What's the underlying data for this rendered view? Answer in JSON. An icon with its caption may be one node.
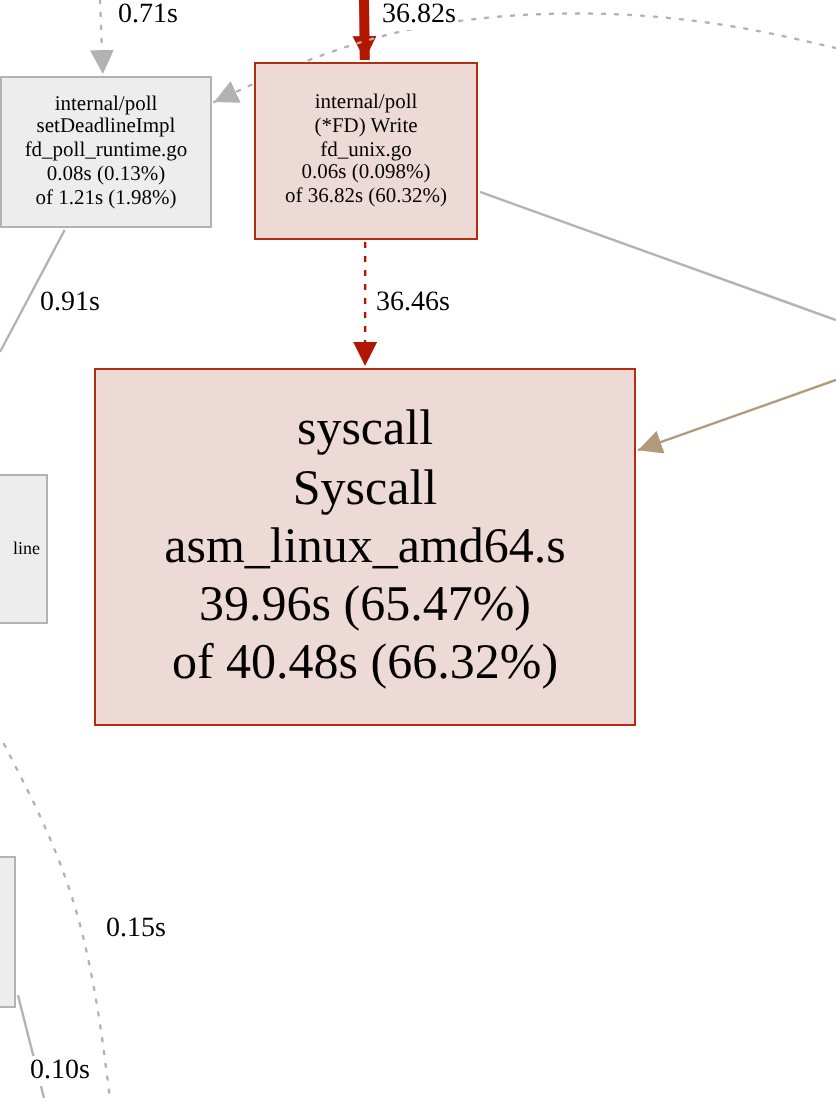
{
  "diagram": {
    "nodes": [
      {
        "text": [
          "internal/poll setDeadlineImpl",
          "fd_poll_runtime.go",
          "0.08s (0.13%)",
          "of 1.21s (1.98%)"
        ]
      },
      {
        "text": [
          "internal/poll (*FD) Write",
          "fd_unix.go",
          "0.06s (0.098%)",
          "of 36.82s (60.32%)"
        ]
      },
      {
        "text": [
          "syscall Syscall",
          "asm_linux_amd64.s",
          "39.96s (65.47%)",
          "of 40.48s (66.32%)"
        ]
      },
      {
        "text": [
          "line"
        ]
      },
      {
        "text": [],
        "shape": "box"
      }
    ],
    "edges": [
      {
        "from": null,
        "to": 0,
        "arrow": "to",
        "label": "0.71s",
        "style": "dashed"
      },
      {
        "from": null,
        "to": 1,
        "arrow": "to",
        "label": "36.82s",
        "style": "thick",
        "color": "#b21600"
      },
      {
        "from": null,
        "to": 0,
        "arrow": "to",
        "style": "dashed"
      },
      {
        "from": 1,
        "to": 2,
        "arrow": "to",
        "label": "36.46s",
        "style": "dashed",
        "color": "#b21600"
      },
      {
        "from": 1,
        "to": null,
        "arrow": "none"
      },
      {
        "from": null,
        "to": 2,
        "arrow": "to",
        "color": "#b09a7a"
      },
      {
        "from": 0,
        "to": null,
        "arrow": "none",
        "label": "0.91s"
      },
      {
        "from": 4,
        "to": null,
        "arrow": "none",
        "label": "0.10s"
      }
    ],
    "labels": [
      "0.15s"
    ]
  }
}
